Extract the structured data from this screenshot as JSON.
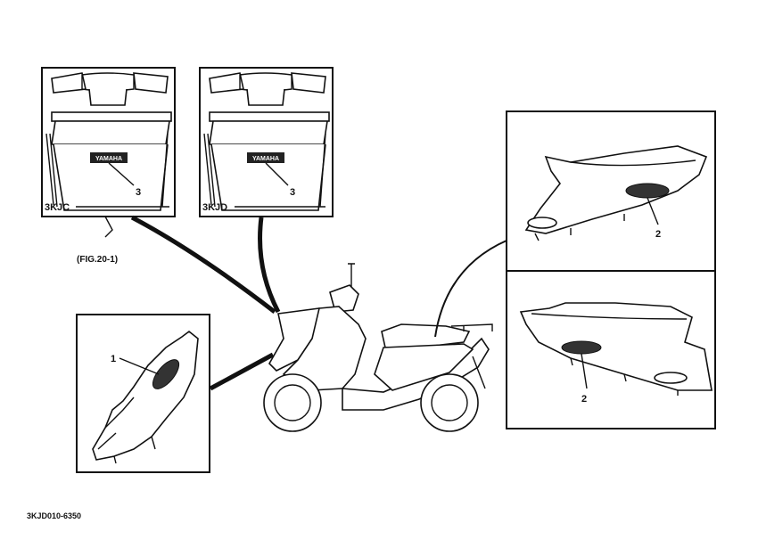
{
  "callouts": {
    "panel_3kjc_variant": "3KJC",
    "panel_3kjd_variant": "3KJD",
    "panel_3kjc_part": "3",
    "panel_3kjd_part": "3",
    "fig_ref": "(FIG.20-1)",
    "left_cover_part": "1",
    "right_upper_part": "2",
    "right_lower_part": "2",
    "emblem_text_a": "YAMAHA",
    "emblem_text_b": "YAMAHA"
  },
  "figure_code": "3KJD010-6350"
}
